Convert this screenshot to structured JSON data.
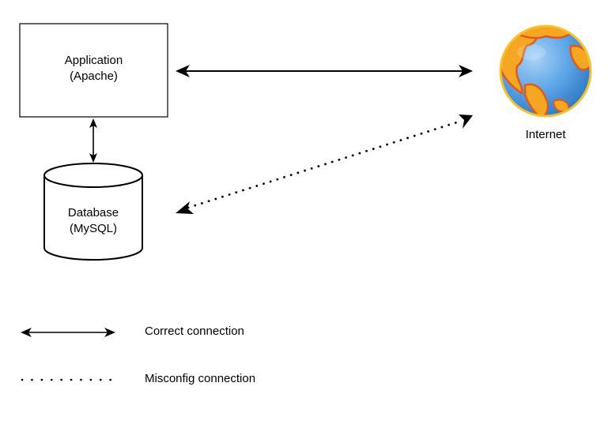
{
  "nodes": {
    "application": {
      "line1": "Application",
      "line2": "(Apache)"
    },
    "database": {
      "line1": "Database",
      "line2": "(MySQL)"
    },
    "internet": {
      "label": "Internet",
      "icon": "globe-icon"
    }
  },
  "edges": [
    {
      "from": "application",
      "to": "internet",
      "style": "solid",
      "direction": "both"
    },
    {
      "from": "application",
      "to": "database",
      "style": "solid",
      "direction": "both"
    },
    {
      "from": "database",
      "to": "internet",
      "style": "dotted",
      "direction": "both"
    }
  ],
  "legend": {
    "correct": "Correct connection",
    "misconfig": "Misconfig connection"
  },
  "colors": {
    "stroke": "#000000",
    "globe_ocean": "#5ba4e6",
    "globe_land": "#f5a623",
    "globe_land_edge": "#e05a1e",
    "globe_outline": "#f2c230"
  }
}
